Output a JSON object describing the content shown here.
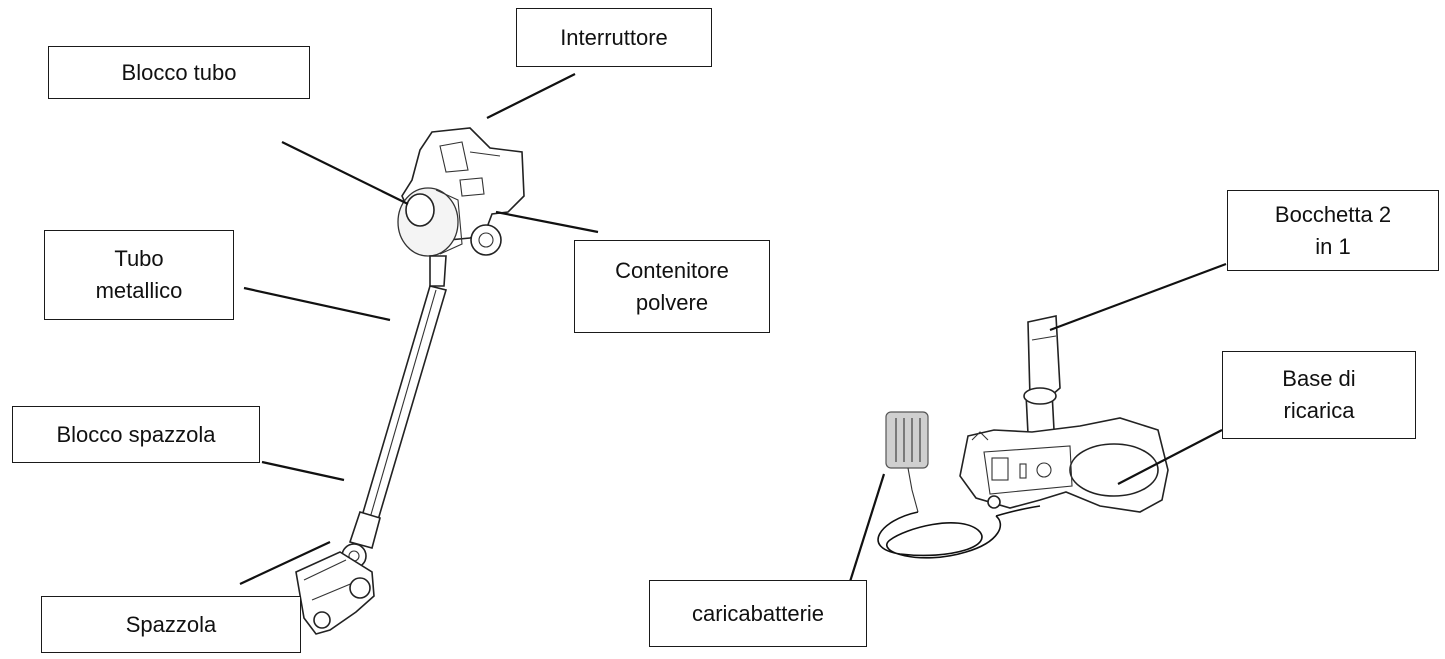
{
  "labels": {
    "interruttore": "Interruttore",
    "blocco_tubo": "Blocco tubo",
    "tubo_metallico": "Tubo\nmetallico",
    "contenitore_polvere": "Contenitore\npolvere",
    "blocco_spazzola": "Blocco spazzola",
    "spazzola": "Spazzola",
    "bocchetta": "Bocchetta 2\nin 1",
    "base_ricarica": "Base di\nricarica",
    "caricabatterie": "caricabatterie"
  },
  "icons": {
    "vacuum": "stick-vacuum-illustration",
    "dock": "charging-dock-illustration",
    "charger": "charger-adapter-illustration"
  },
  "colors": {
    "line": "#111111",
    "box_border": "#1a1a1a",
    "background": "#ffffff"
  }
}
